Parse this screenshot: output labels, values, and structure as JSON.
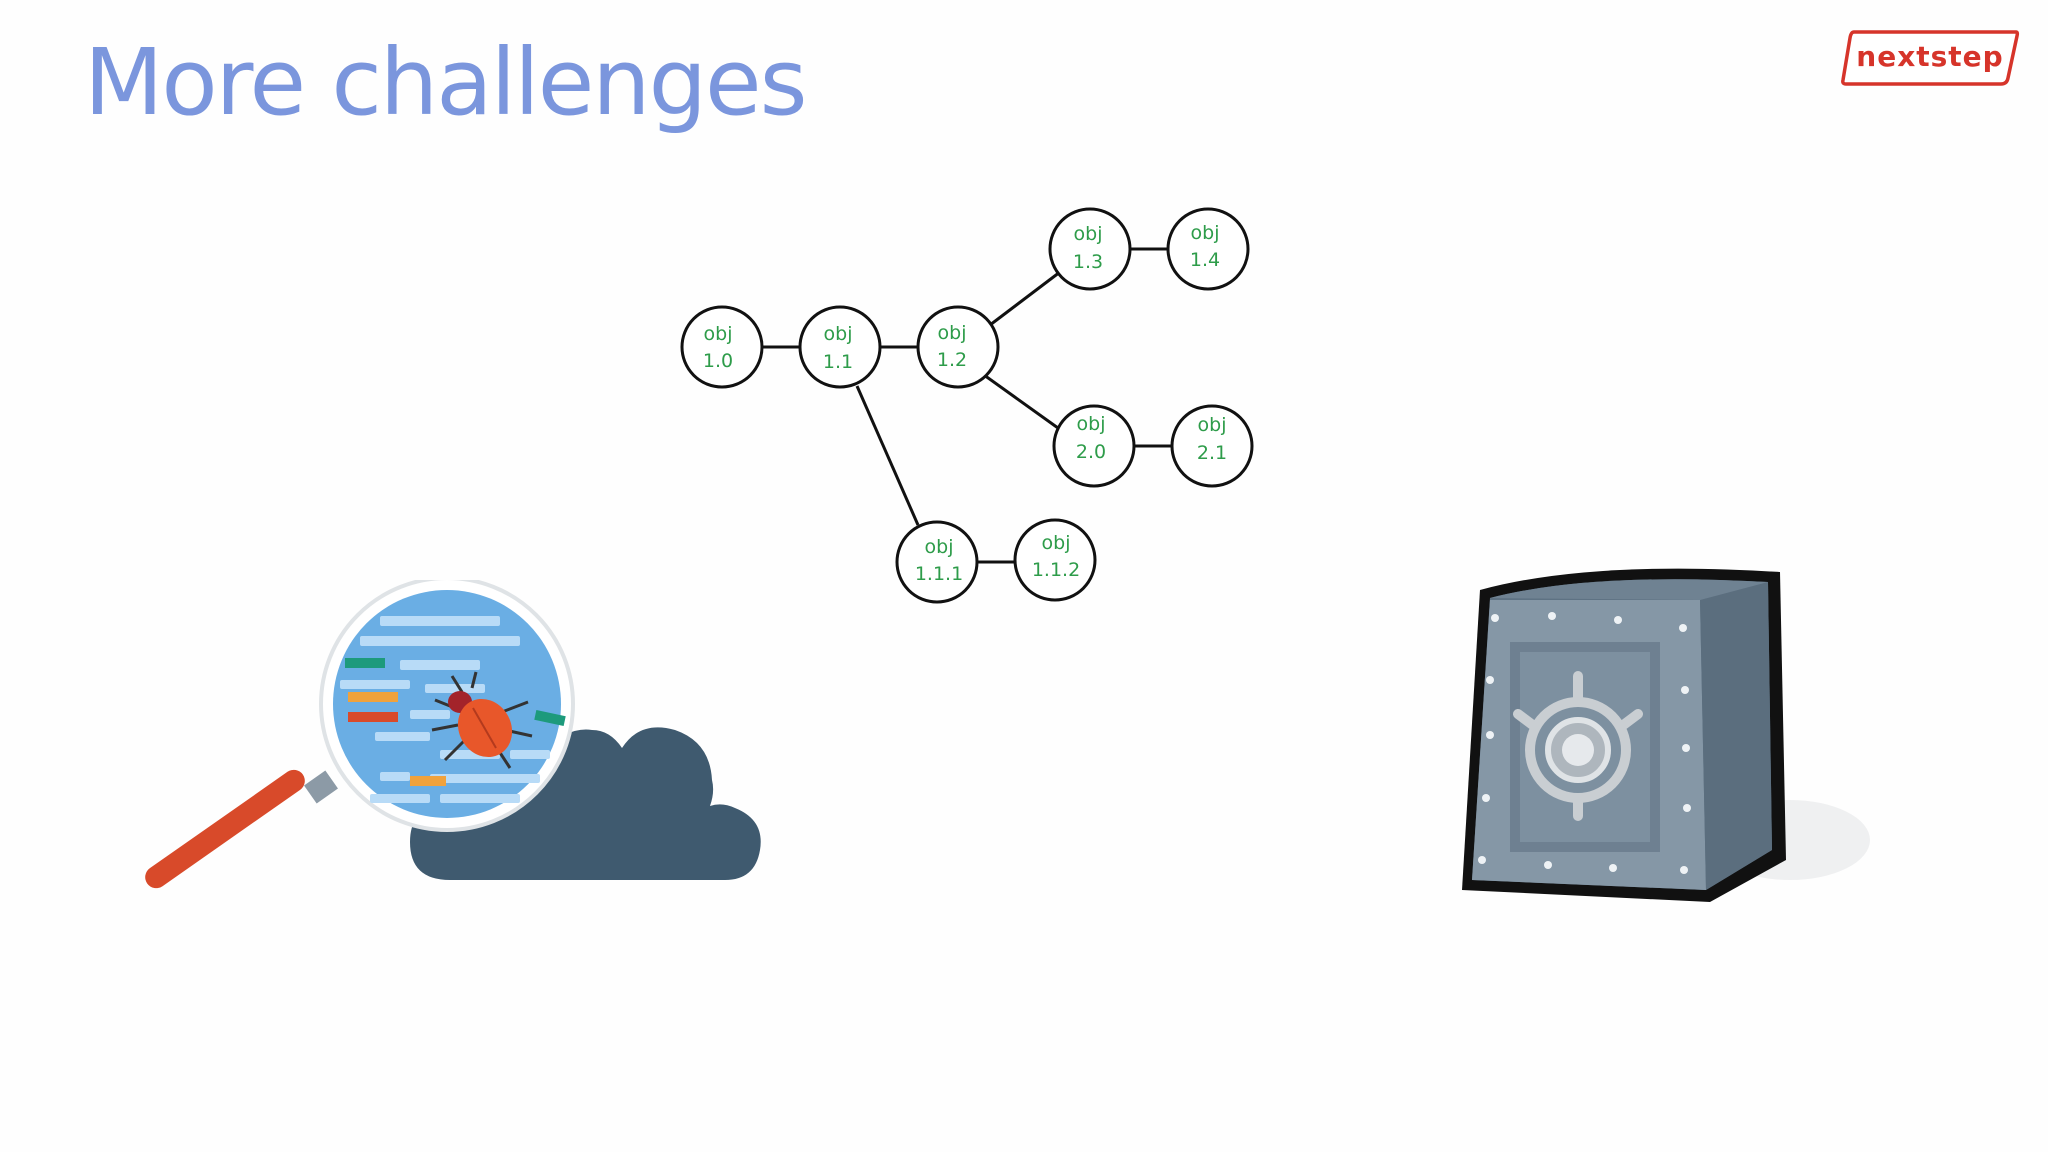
{
  "slide": {
    "title": "More challenges",
    "logo_text": "nextstep"
  },
  "tree": {
    "nodes": [
      {
        "id": "n10",
        "line1": "obj",
        "line2": "1.0"
      },
      {
        "id": "n11",
        "line1": "obj",
        "line2": "1.1"
      },
      {
        "id": "n12",
        "line1": "obj",
        "line2": "1.2"
      },
      {
        "id": "n13",
        "line1": "obj",
        "line2": "1.3"
      },
      {
        "id": "n14",
        "line1": "obj",
        "line2": "1.4"
      },
      {
        "id": "n20",
        "line1": "obj",
        "line2": "2.0"
      },
      {
        "id": "n21",
        "line1": "obj",
        "line2": "2.1"
      },
      {
        "id": "n111",
        "line1": "obj",
        "line2": "1.1.1"
      },
      {
        "id": "n112",
        "line1": "obj",
        "line2": "1.1.2"
      }
    ]
  },
  "colors": {
    "title": "#7b96dd",
    "node_text": "#2e9c4a",
    "logo": "#d6342a",
    "cloud": "#3f5a6f",
    "safe": "#7a8d9c"
  }
}
